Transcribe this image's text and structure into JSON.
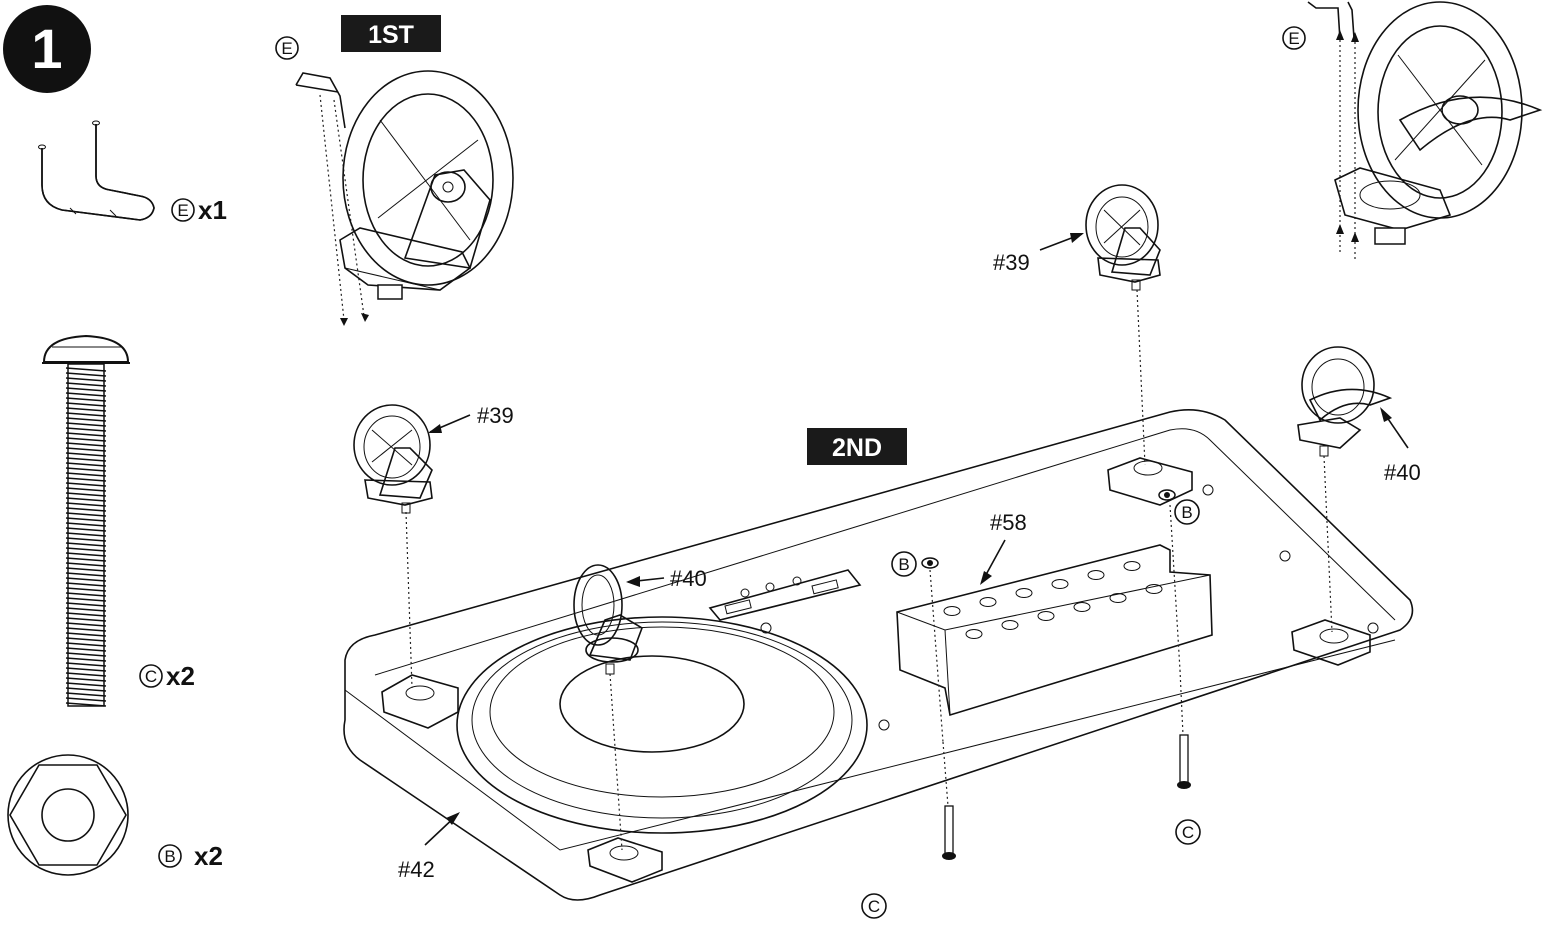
{
  "step": {
    "number": "1"
  },
  "banners": {
    "first": "1ST",
    "second": "2ND"
  },
  "parts": {
    "pin": {
      "letter": "E",
      "qty": "x1"
    },
    "bolt": {
      "letter": "C",
      "qty": "x2"
    },
    "nut": {
      "letter": "B",
      "qty": "x2"
    }
  },
  "callouts": {
    "caster_39_left": "#39",
    "caster_39_right": "#39",
    "caster_40_front": "#40",
    "caster_40_right": "#40",
    "tray": "#58",
    "base": "#42"
  },
  "letters": {
    "e_left": "E",
    "e_right": "E",
    "b_tray": "B",
    "b_bracket": "B",
    "c_bolt1": "C",
    "c_bolt2": "C"
  }
}
